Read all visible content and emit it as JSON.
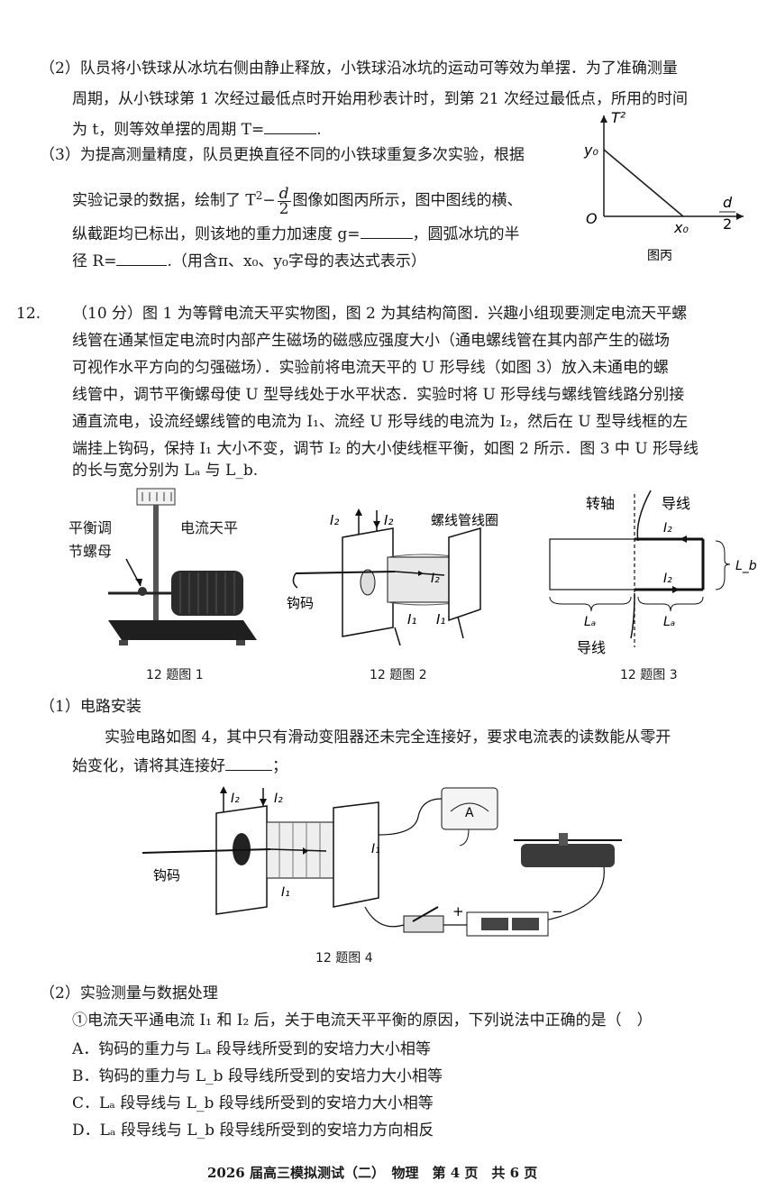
{
  "q11": {
    "p2": {
      "l1": "（2）队员将小铁球从冰坑右侧由静止释放，小铁球沿冰坑的运动可等效为单摆．为了准确测量",
      "l2": "周期，从小铁球第 1 次经过最低点时开始用秒表计时，到第 21 次经过最低点，所用的时间",
      "l3a": "为 t，则等效单摆的周期 T=",
      "l3b": "."
    },
    "p3": {
      "l1": "（3）为提高测量精度，队员更换直径不同的小铁球重复多次实验，根据",
      "l2a": "实验记录的数据，绘制了 T",
      "l2sup": "2",
      "l2dash": "−",
      "l2num": "d",
      "l2den": "2",
      "l2b": "图像如图丙所示，图中图线的横、",
      "l3a": "纵截距均已标出，则该地的重力加速度 g=",
      "l3b": "，圆弧冰坑的半",
      "l4a": "径 R=",
      "l4b": ".（用含π、x₀、y₀字母的表达式表示）"
    },
    "graph": {
      "y_label": "T²",
      "y0": "y₀",
      "origin": "O",
      "x0": "x₀",
      "x_num": "d",
      "x_den": "2",
      "caption": "图丙"
    }
  },
  "q12": {
    "number": "12.",
    "intro": [
      "（10 分）图 1 为等臂电流天平实物图，图 2 为其结构简图．兴趣小组现要测定电流天平螺",
      "线管在通某恒定电流时内部产生磁场的磁感应强度大小（通电螺线管在其内部产生的磁场",
      "可视作水平方向的匀强磁场）．实验前将电流天平的 U 形导线（如图 3）放入未通电的螺",
      "线管中，调节平衡螺母使 U 型导线处于水平状态．实验时将 U 形导线与螺线管线路分别接",
      "通直流电，设流经螺线管的电流为 I₁、流经 U 形导线的电流为 I₂，然后在 U 型导线框的左",
      "端挂上钩码，保持 I₁ 大小不变，调节 I₂ 的大小使线框平衡，如图 2 所示．图 3 中 U 形导线",
      "的长与宽分别为 Lₐ 与 L_b."
    ],
    "fig1": {
      "label_balance_nut_1": "平衡调",
      "label_balance_nut_2": "节螺母",
      "label_balance": "电流天平",
      "caption": "12 题图 1"
    },
    "fig2": {
      "i2a": "I₂",
      "i2b": "I₂",
      "coil": "螺线管线圈",
      "hook": "钩码",
      "i1a": "I₁",
      "i1b": "I₁",
      "i2c": "I₂",
      "caption": "12 题图 2"
    },
    "fig3": {
      "axis": "转轴",
      "wire_top": "导线",
      "i2_top": "I₂",
      "i2_bottom": "I₂",
      "lb": "L_b",
      "la_left": "Lₐ",
      "la_right": "Lₐ",
      "wire_bottom": "导线",
      "caption": "12 题图 3"
    },
    "p1": {
      "title": "（1）电路安装",
      "l1": "实验电路如图 4，其中只有滑动变阻器还未完全连接好，要求电流表的读数能从零开",
      "l2a": "始变化，请将其连接好",
      "l2b": "；"
    },
    "fig4": {
      "i2a": "I₂",
      "i2b": "I₂",
      "hook": "钩码",
      "i1a": "I₁",
      "i1b": "I₁",
      "meter": "A",
      "plus": "+",
      "minus": "−",
      "caption": "12 题图 4"
    },
    "p2": {
      "title": "（2）实验测量与数据处理",
      "question": "①电流天平通电流 I₁ 和 I₂ 后，关于电流天平平衡的原因，下列说法中正确的是（　）",
      "options": [
        "A．钩码的重力与 Lₐ 段导线所受到的安培力大小相等",
        "B．钩码的重力与 L_b 段导线所受到的安培力大小相等",
        "C．Lₐ 段导线与 L_b 段导线所受到的安培力大小相等",
        "D．Lₐ 段导线与 L_b 段导线所受到的安培力方向相反"
      ]
    }
  },
  "footer": "2026 届高三模拟测试（二）　物理　第 4 页　共 6 页"
}
